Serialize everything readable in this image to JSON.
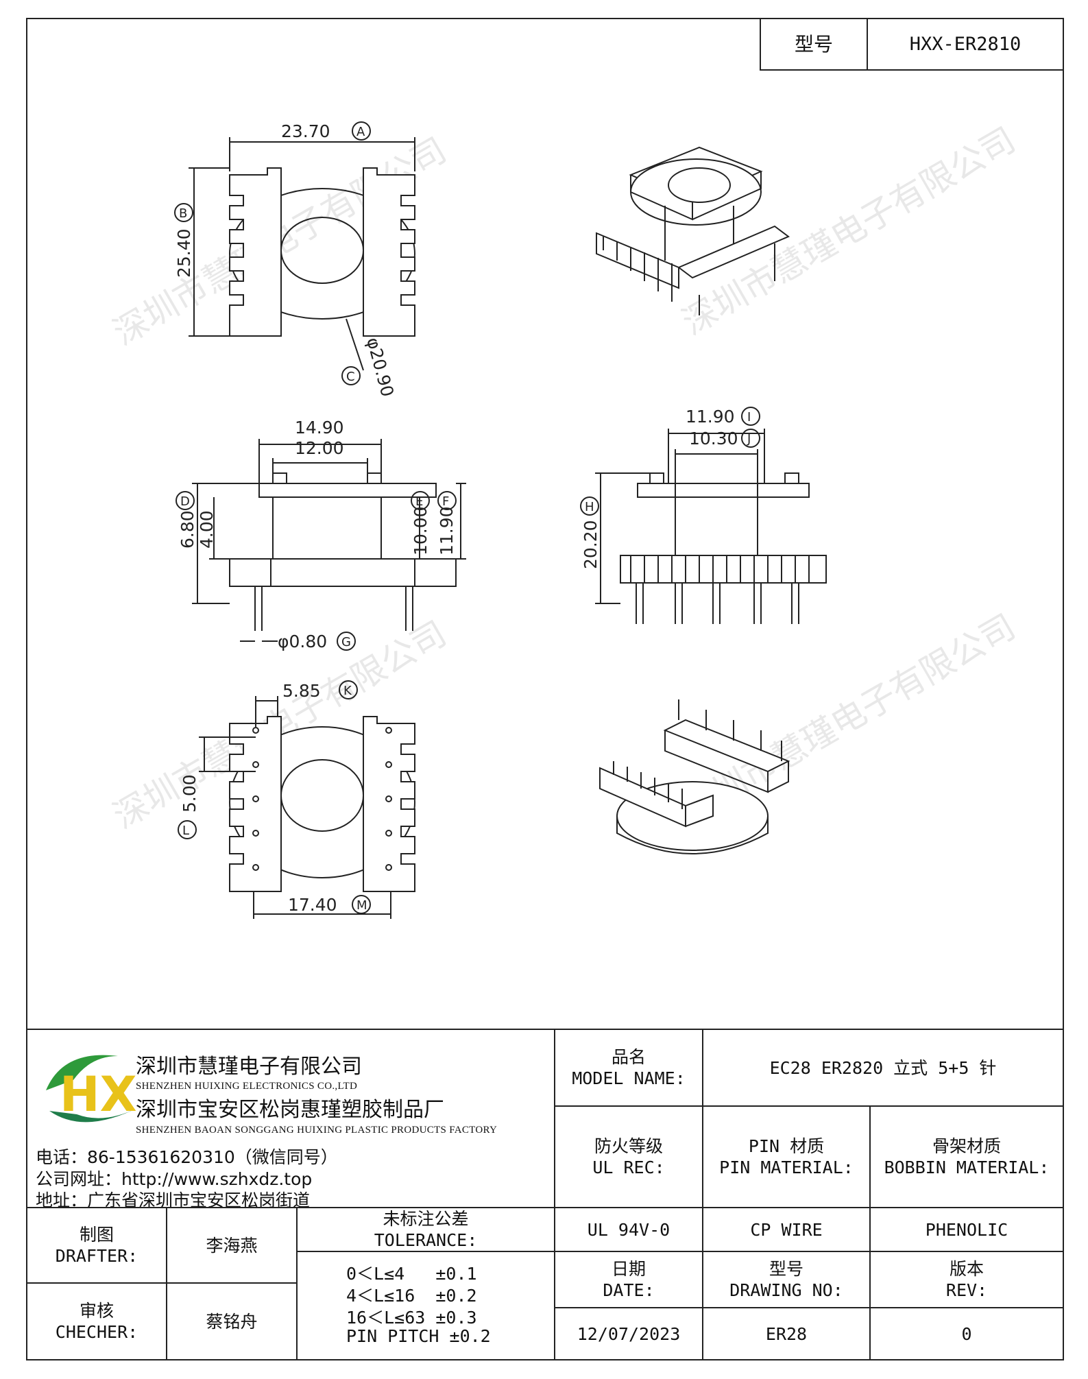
{
  "header": {
    "model_label": "型号",
    "model_value": "HXX-ER2810"
  },
  "dimensions": {
    "A": {
      "value": "23.70",
      "tag": "A"
    },
    "B": {
      "value": "25.40",
      "tag": "B"
    },
    "C": {
      "value": "φ20.90",
      "tag": "C"
    },
    "D": {
      "value": "6.80",
      "tag": "D"
    },
    "D2": {
      "value": "4.00"
    },
    "E": {
      "value": "10.00",
      "tag": "E"
    },
    "F": {
      "value": "11.90",
      "tag": "F"
    },
    "G": {
      "value": "φ0.80",
      "tag": "G"
    },
    "H": {
      "value": "20.20",
      "tag": "H"
    },
    "I": {
      "value": "11.90",
      "tag": "I"
    },
    "J": {
      "value": "10.30",
      "tag": "J"
    },
    "K": {
      "value": "5.85",
      "tag": "K"
    },
    "L": {
      "value": "5.00",
      "tag": "L"
    },
    "M": {
      "value": "17.40",
      "tag": "M"
    },
    "top_w1": "14.90",
    "top_w2": "12.00"
  },
  "watermark": "深圳市慧瑾电子有限公司",
  "company": {
    "logo_text": "HX",
    "name_zh": "深圳市慧瑾电子有限公司",
    "name_en": "SHENZHEN HUIXING ELECTRONICS CO.,LTD",
    "factory_zh": "深圳市宝安区松岗惠瑾塑胶制品厂",
    "factory_en": "SHENZHEN BAOAN SONGGANG HUIXING PLASTIC PRODUCTS FACTORY",
    "phone": "电话：86-15361620310（微信同号）",
    "website": "公司网址：http://www.szhxdz.top",
    "address": "地址：广东省深圳市宝安区松岗街道"
  },
  "title_block": {
    "model_name_zh": "品名",
    "model_name_en": "MODEL NAME:",
    "model_name_value": "EC28 ER2820 立式 5+5 针",
    "ul_zh": "防火等级",
    "ul_en": "UL REC:",
    "pin_zh": "PIN 材质",
    "pin_en": "PIN MATERIAL:",
    "bobbin_zh": "骨架材质",
    "bobbin_en": "BOBBIN MATERIAL:",
    "ul_value": "UL 94V-0",
    "pin_value": "CP WIRE",
    "bobbin_value": "PHENOLIC",
    "date_zh": "日期",
    "date_en": "DATE:",
    "drawing_zh": "型号",
    "drawing_en": "DRAWING NO:",
    "rev_zh": "版本",
    "rev_en": "REV:",
    "date_value": "12/07/2023",
    "drawing_value": "ER28",
    "rev_value": "0",
    "drafter_zh": "制图",
    "drafter_en": "DRAFTER:",
    "drafter_name": "李海燕",
    "checker_zh": "审核",
    "checker_en": "CHECHER:",
    "checker_name": "蔡铭舟",
    "tolerance_zh": "未标注公差",
    "tolerance_en": "TOLERANCE:",
    "tolerance_lines": [
      "0＜L≤4   ±0.1",
      "4＜L≤16  ±0.2",
      "16＜L≤63 ±0.3",
      "PIN PITCH ±0.2"
    ]
  },
  "colors": {
    "logo_green": "#2e9a3a",
    "logo_yellow": "#e8c21a",
    "logo_teal": "#1f7d4a"
  }
}
